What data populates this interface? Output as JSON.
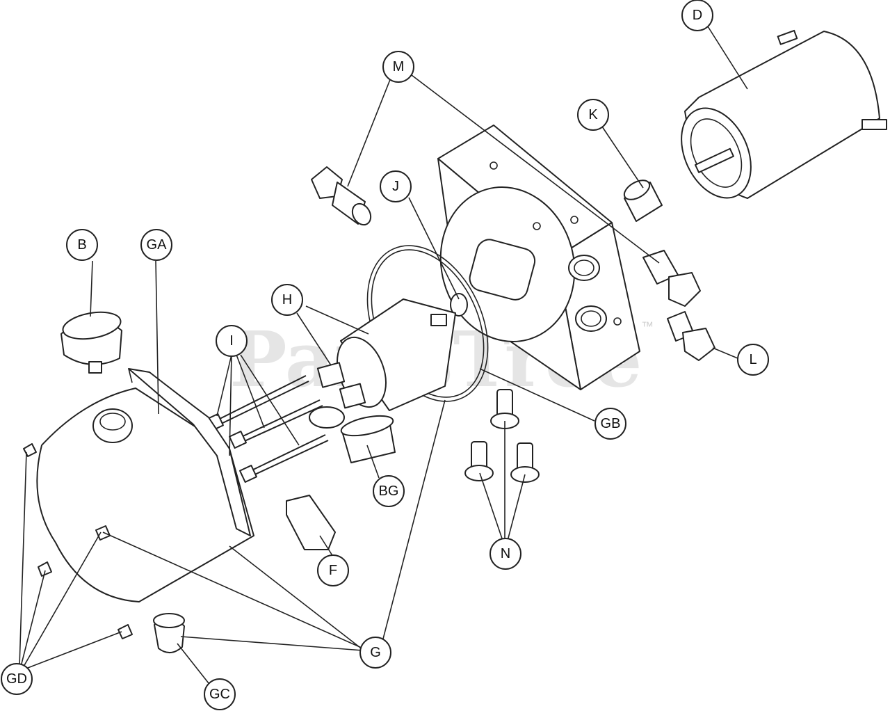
{
  "watermark": {
    "text": "PartsTree",
    "trademark": "™"
  },
  "callouts": {
    "D": "D",
    "M": "M",
    "K": "K",
    "J": "J",
    "B": "B",
    "GA": "GA",
    "H": "H",
    "I": "I",
    "L": "L",
    "GB": "GB",
    "BG": "BG",
    "F": "F",
    "N": "N",
    "G": "G",
    "GD": "GD",
    "GC": "GC"
  }
}
